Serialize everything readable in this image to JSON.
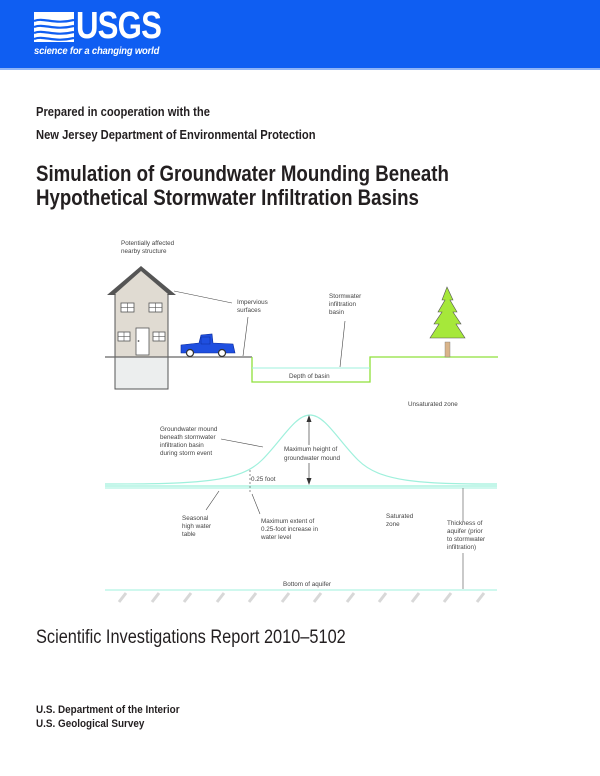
{
  "header": {
    "logo_text": "USGS",
    "logo_tagline": "science for a changing world",
    "banner_color": "#0f5ef2"
  },
  "cooperation": {
    "line1": "Prepared in cooperation with the",
    "line2": "New Jersey Department of Environmental Protection"
  },
  "title": {
    "line1": "Simulation of Groundwater Mounding Beneath",
    "line2": "Hypothetical Stormwater Infiltration Basins"
  },
  "diagram": {
    "labels": {
      "structure_l1": "Potentially affected",
      "structure_l2": "nearby structure",
      "impervious_l1": "Impervious",
      "impervious_l2": "surfaces",
      "basin_l1": "Stormwater",
      "basin_l2": "infiltration",
      "basin_l3": "basin",
      "depth": "Depth of basin",
      "unsaturated": "Unsaturated zone",
      "mound_l1": "Groundwater mound",
      "mound_l2": "beneath stormwater",
      "mound_l3": "infiltration basin",
      "mound_l4": "during storm event",
      "max_height_l1": "Maximum height of",
      "max_height_l2": "groundwater mound",
      "quarter_foot": "0.25 foot",
      "seasonal_l1": "Seasonal",
      "seasonal_l2": "high water",
      "seasonal_l3": "table",
      "extent_l1": "Maximum extent of",
      "extent_l2": "0.25-foot increase in",
      "extent_l3": "water level",
      "saturated_l1": "Saturated",
      "saturated_l2": "zone",
      "thickness_l1": "Thickness of",
      "thickness_l2": "aquifer (prior",
      "thickness_l3": "to stormwater",
      "thickness_l4": "infiltration)",
      "bottom": "Bottom of aquifer"
    },
    "colors": {
      "ground": "#8fe03a",
      "water": "#9ff0dc",
      "truck": "#1f4fe0",
      "tree": "#a6e83a",
      "house": "#e0dbd2"
    }
  },
  "report": {
    "series": "Scientific Investigations Report 2010–5102"
  },
  "agency": {
    "line1": "U.S. Department of the Interior",
    "line2": "U.S. Geological Survey"
  }
}
